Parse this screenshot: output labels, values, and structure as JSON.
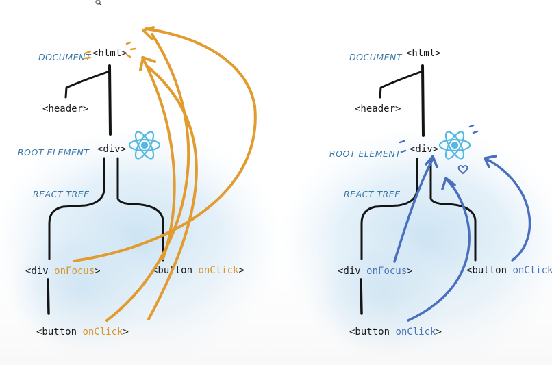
{
  "colors": {
    "left_arrows": "#e29b2f",
    "right_arrows": "#4a6fbf",
    "attribute_orange": "#d9932a",
    "attribute_blue": "#4a74b3",
    "labels": "#3a78a8",
    "react_logo": "#56b8e0",
    "watercolor": "#bfdcf0"
  },
  "icons": [
    "zoom-cursor-icon",
    "react-logo-icon",
    "arrow-icon"
  ],
  "left": {
    "labels": {
      "document": "DOCUMENT",
      "root_element": "ROOT ELEMENT",
      "react_tree": "REACT TREE"
    },
    "nodes": {
      "html": "<html>",
      "header": "<header>",
      "div": "<div>",
      "div_focus_open": "<div ",
      "div_focus_attr": "onFocus",
      "div_focus_close": ">",
      "button_right_open": "<button ",
      "button_right_attr": "onClick",
      "button_right_close": ">",
      "button_bottom_open": "<button ",
      "button_bottom_attr": "onClick",
      "button_bottom_close": ">"
    }
  },
  "right": {
    "labels": {
      "document": "DOCUMENT",
      "root_element": "ROOT ELEMENT",
      "react_tree": "REACT TREE"
    },
    "nodes": {
      "html": "<html>",
      "header": "<header>",
      "div": "<div>",
      "div_focus_open": "<div ",
      "div_focus_attr": "onFocus",
      "div_focus_close": ">",
      "button_right_open": "<button ",
      "button_right_attr": "onClick",
      "button_right_close": ">",
      "button_bottom_open": "<button ",
      "button_bottom_attr": "onClick",
      "button_bottom_close": ">"
    }
  }
}
